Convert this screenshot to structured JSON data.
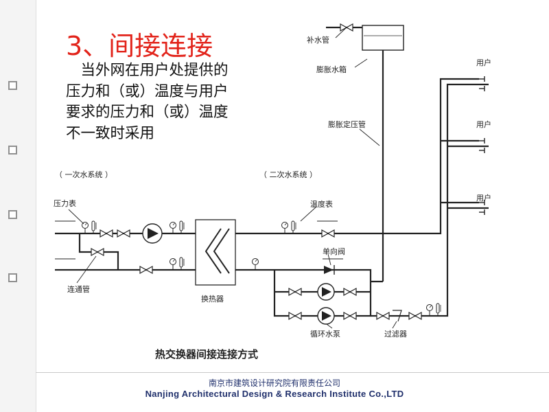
{
  "slide": {
    "title": "3、间接连接",
    "body": "当外网在用户处提供的压力和（或）温度与用户要求的压力和（或）温度不一致时采用"
  },
  "diagram": {
    "primary_system_label": "（ 一次水系统 ）",
    "secondary_system_label": "（ 二次水系统 ）",
    "makeup_pipe_label": "补水管",
    "expansion_tank_label": "膨胀水箱",
    "expansion_pressure_pipe_label": "膨胀定压管",
    "user_labels": [
      "用户",
      "用户",
      "用户"
    ],
    "pressure_gauge_label": "压力表",
    "thermometer_label": "温度表",
    "check_valve_label": "单向阀",
    "bypass_pipe_label": "连通管",
    "heat_exchanger_label": "换热器",
    "circulation_pump_label": "循环水泵",
    "filter_label": "过滤器",
    "caption": "热交换器间接连接方式"
  },
  "footer": {
    "company_cn": "南京市建筑设计研究院有限责任公司",
    "company_en": "Nanjing Architectural Design & Research Institute Co.,LTD"
  },
  "colors": {
    "title": "#e2231a",
    "footer_text": "#1f2f6b",
    "pipe": "#222222"
  }
}
